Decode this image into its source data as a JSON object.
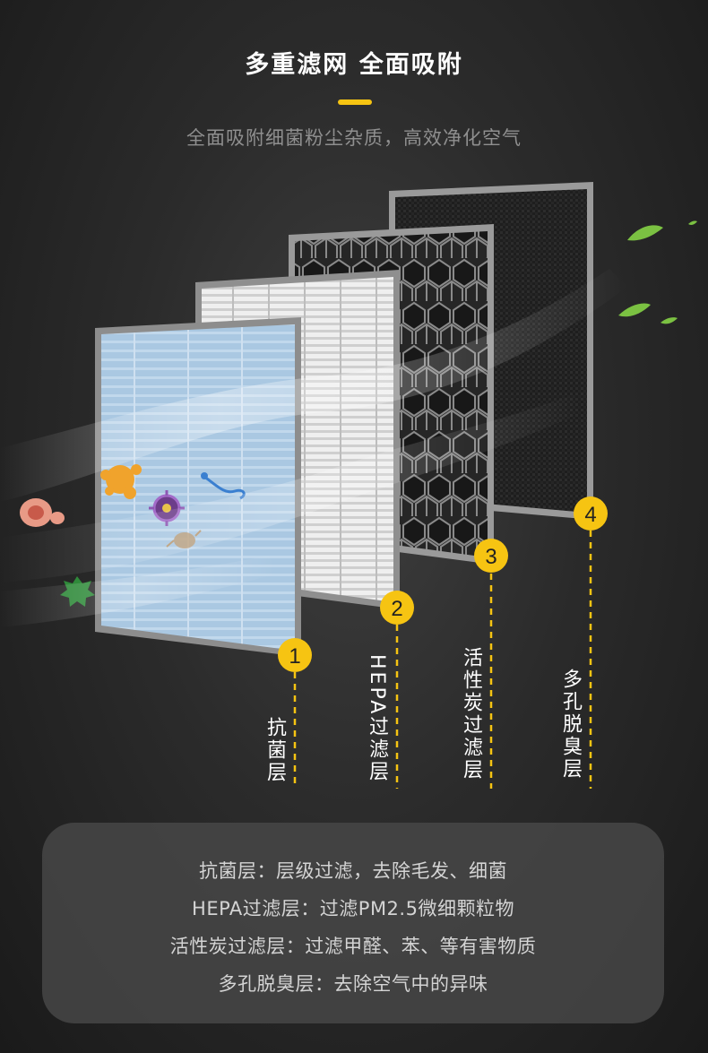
{
  "header": {
    "title": "多重滤网 全面吸附",
    "subtitle": "全面吸附细菌粉尘杂质，高效净化空气",
    "accent_color": "#f6c412"
  },
  "layers": [
    {
      "number": "1",
      "label": "抗菌层"
    },
    {
      "number": "2",
      "label": "HEPA过滤层"
    },
    {
      "number": "3",
      "label": "活性炭过滤层"
    },
    {
      "number": "4",
      "label": "多孔脱臭层"
    }
  ],
  "descriptions": [
    "抗菌层：层级过滤，去除毛发、细菌",
    "HEPA过滤层：过滤PM2.5微细颗粒物",
    "活性炭过滤层：过滤甲醛、苯、等有害物质",
    "多孔脱臭层：去除空气中的异味"
  ]
}
